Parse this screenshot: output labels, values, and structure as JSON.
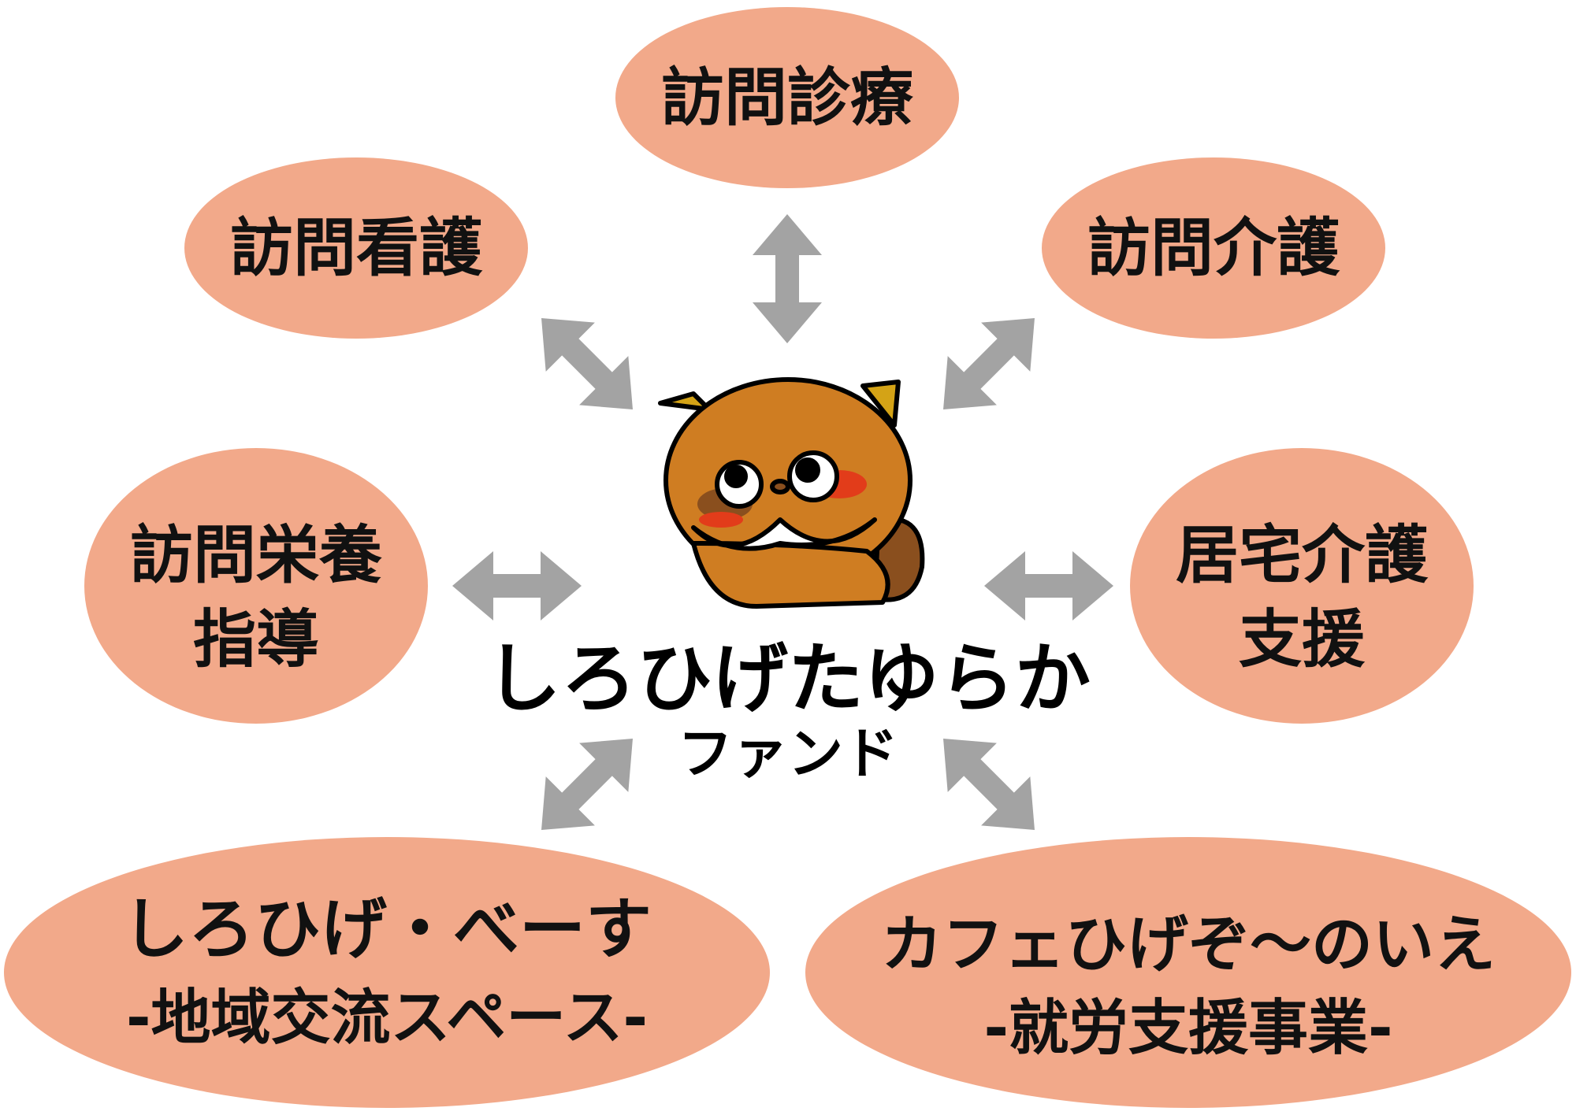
{
  "nodes": {
    "home_medical": "訪問診療",
    "home_nursing": "訪問看護",
    "home_care": "訪問介護",
    "nutrition_line1": "訪問栄養",
    "nutrition_line2": "指導",
    "care_support_line1": "居宅介護",
    "care_support_line2": "支援",
    "base_line1": "しろひげ・べーす",
    "base_line2": "-地域交流スペース-",
    "cafe_line1": "カフェひげぞ～のいえ",
    "cafe_line2": "-就労支援事業-"
  },
  "logo": {
    "line1": "しろひげたゆらか",
    "line2": "ファンド"
  },
  "colors": {
    "node_fill": "#f2a98a",
    "arrow": "#a3a3a3"
  }
}
